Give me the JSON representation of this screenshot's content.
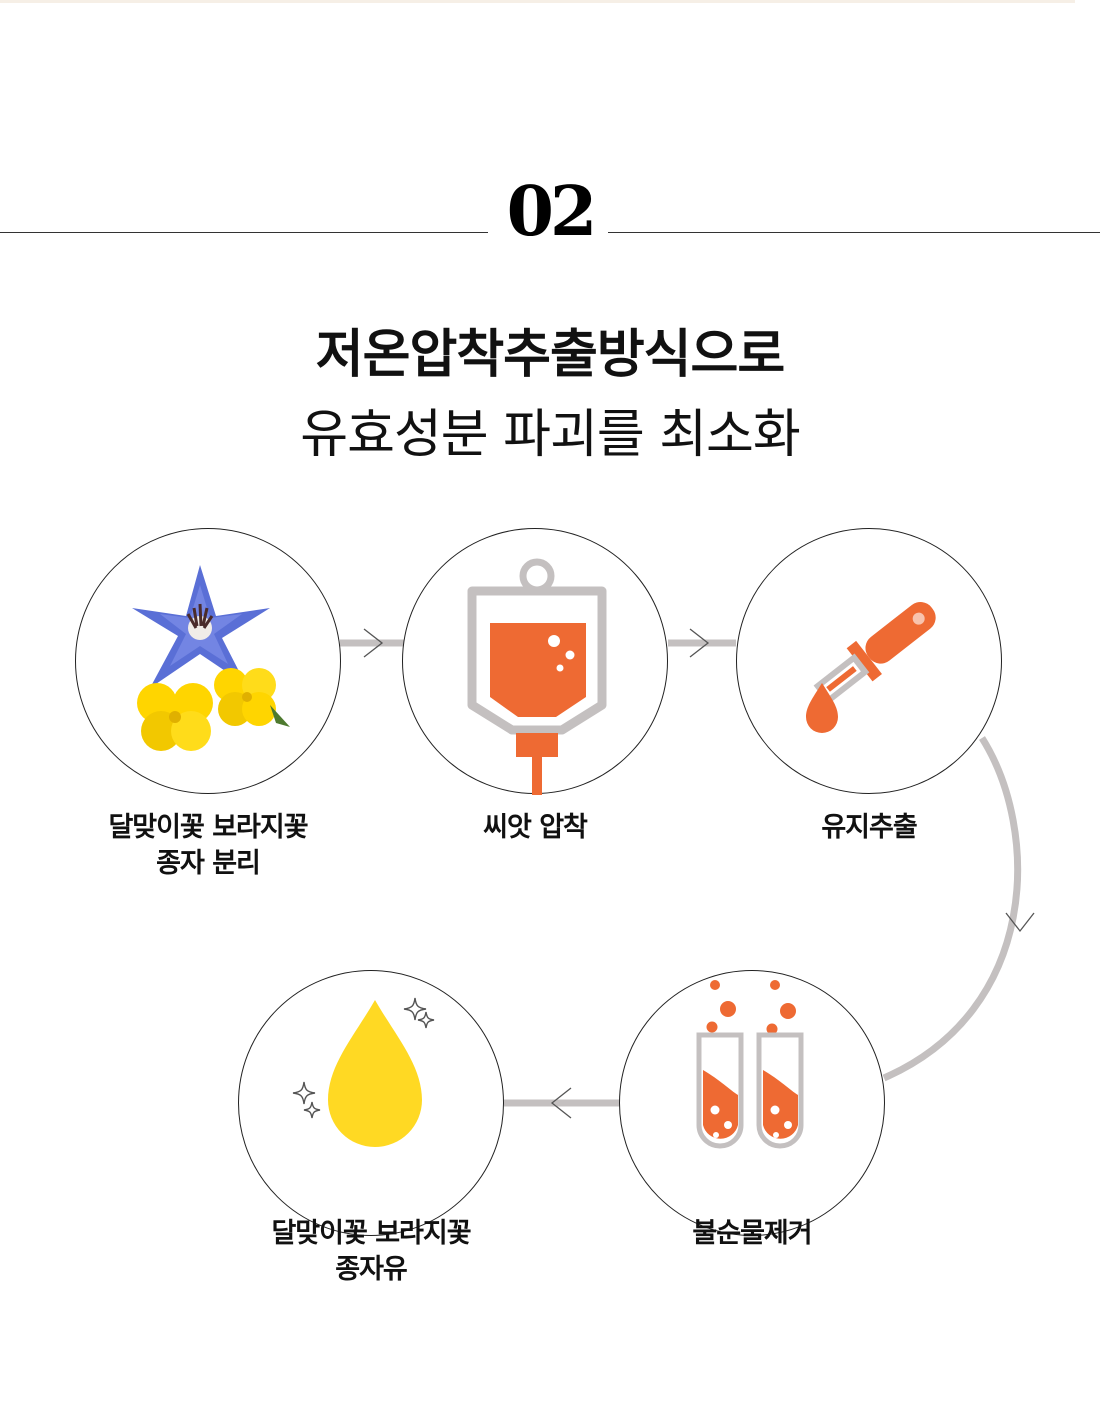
{
  "section": {
    "number": "02",
    "title_line1": "저온압착추출방식으로",
    "title_line2": "유효성분 파괴를 최소화"
  },
  "steps": [
    {
      "label_line1": "달맞이꽃 보라지꽃",
      "label_line2": "종자 분리",
      "icon": "flowers-icon"
    },
    {
      "label_line1": "씨앗 압착",
      "label_line2": "",
      "icon": "iv-bag-icon"
    },
    {
      "label_line1": "유지추출",
      "label_line2": "",
      "icon": "dropper-icon"
    },
    {
      "label_line1": "불순물제거",
      "label_line2": "",
      "icon": "test-tubes-icon"
    },
    {
      "label_line1": "달맞이꽃 보라지꽃",
      "label_line2": "종자유",
      "icon": "oil-drop-icon"
    }
  ],
  "colors": {
    "accent_orange": "#ee6a33",
    "oil_yellow": "#ffd923",
    "connector_gray": "#c4c0c0",
    "flower_blue": "#5a6fd6"
  }
}
